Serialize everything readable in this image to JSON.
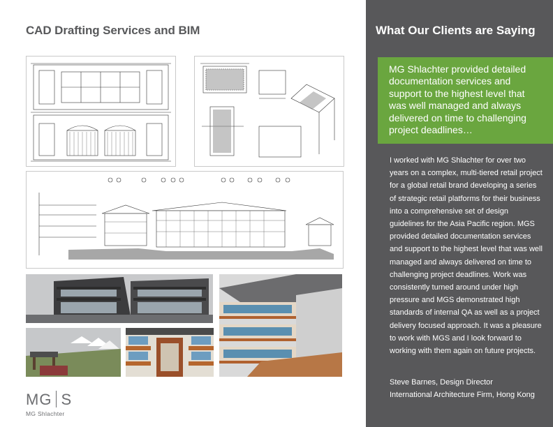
{
  "left": {
    "title": "CAD Drafting Services and BIM",
    "images": [
      {
        "name": "elevation-drawing",
        "description": "storefront elevation CAD drawing"
      },
      {
        "name": "detail-drawings",
        "description": "construction detail drawings"
      },
      {
        "name": "section-drawing",
        "description": "building section drawing"
      },
      {
        "name": "render-exterior-dark",
        "description": "3D render of building exterior"
      },
      {
        "name": "render-courtyard-tents",
        "description": "3D render of courtyard with tents"
      },
      {
        "name": "render-interior-court",
        "description": "3D render of interior atrium"
      },
      {
        "name": "render-walkway",
        "description": "3D render of colonnade walkway"
      }
    ],
    "logo": {
      "left": "MG",
      "right": "S",
      "sub": "MG Shlachter"
    }
  },
  "right": {
    "title": "What Our Clients are Saying",
    "quote": "MG Shlachter provided detailed documentation services and support to the highest level that was well managed and always delivered on time to challenging project deadlines…",
    "testimonial": "I worked with MG Shlachter for over two years on a complex, multi-tiered retail project for a global retail brand developing a series of strategic retail platforms for their business into a comprehensive set of design guidelines for the Asia Pacific region. MGS provided detailed documentation services and support to the highest level that was well managed and always delivered on time to challenging project deadlines. Work was consistently turned around under high pressure and MGS demonstrated high standards of internal QA as well as a project delivery focused approach. It was a pleasure to work with MGS and I look forward to working with them again on future projects.",
    "author": "Steve Barnes, Design Director",
    "company": "International Architecture Firm, Hong Kong"
  },
  "colors": {
    "sidebar": "#58585a",
    "accent_green": "#6aa63f",
    "title_gray": "#58595b"
  }
}
